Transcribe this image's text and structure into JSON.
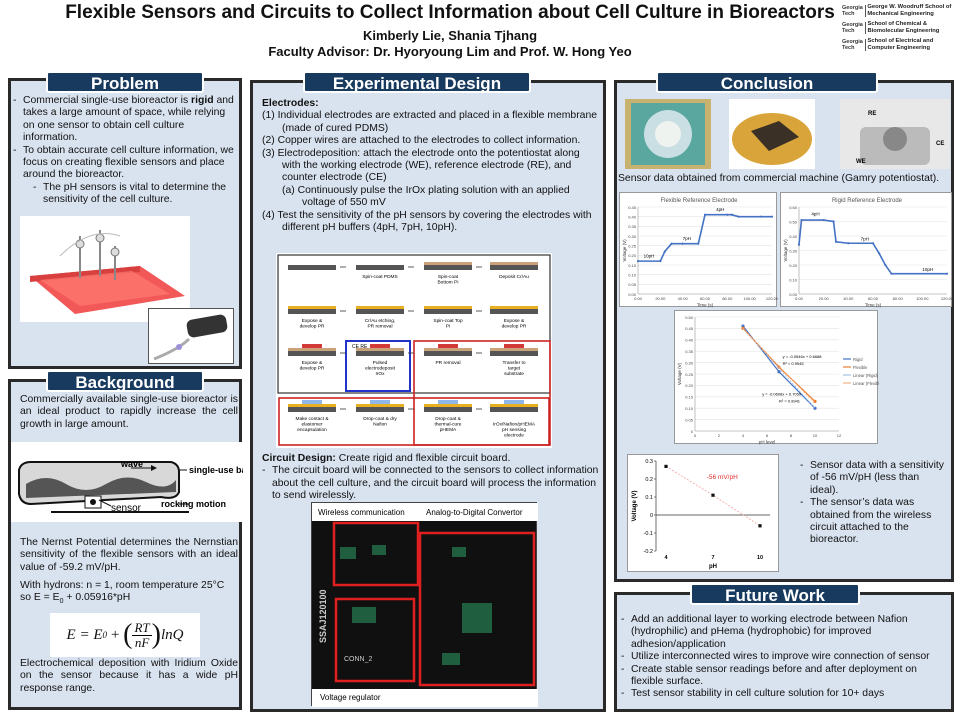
{
  "header": {
    "title": "Flexible Sensors and Circuits to Collect Information about Cell Culture in Bioreactors",
    "authors": "Kimberly Lie, Shania Tjhang",
    "advisors": "Faculty Advisor: Dr. Hyoryoung Lim and Prof. W. Hong Yeo",
    "logos": [
      {
        "gt": "Georgia Tech",
        "school": "George W. Woodruff School of Mechanical Engineering"
      },
      {
        "gt": "Georgia Tech",
        "school": "School of Chemical & Biomolecular Engineering"
      },
      {
        "gt": "Georgia Tech",
        "school": "School of Electrical and Computer Engineering"
      }
    ]
  },
  "problem": {
    "heading": "Problem",
    "b1a": "Commercial single-use bioreactor is ",
    "b1b": "rigid",
    "b1c": " and takes a large amount of space, while relying on one sensor to obtain cell culture information.",
    "b2": "To obtain accurate cell culture information, we focus on creating flexible sensors and place around the bioreactor.",
    "b3": "The pH sensors is vital to determine the sensitivity of the cell culture."
  },
  "background": {
    "heading": "Background",
    "p1": "Commercially available single-use bioreactor is an ideal product to rapidly increase the cell growth in large amount.",
    "fig": {
      "wave": "wave",
      "bag": "single-use bag",
      "sensor": "sensor",
      "motion": "rocking motion"
    },
    "p2": "The Nernst Potential determines the Nernstian sensitivity of the flexible sensors with an ideal value of -59.2 mV/pH.",
    "p3a": "With hydrons: n = 1, room temperature 25°C so E = E",
    "p3sub": "0",
    "p3b": " + 0.05916*pH",
    "eq_lhs": "E = E",
    "eq_sub": "0",
    "eq_num": "RT",
    "eq_den": "nF",
    "eq_tail": "lnQ",
    "p4": "Electrochemical deposition with Iridium Oxide on the sensor because it has a wide pH response range."
  },
  "design": {
    "heading": "Experimental Design",
    "electrodes_label": "Electrodes:",
    "steps": [
      "(1)  Individual electrodes are extracted and placed in a flexible membrane (made of cured PDMS)",
      "(2)  Copper wires are attached to the electrodes to collect information.",
      "(3)  Electrodeposition: attach the electrode onto the potentiostat along with the working electrode (WE), reference electrode (RE), and counter electrode (CE)",
      "(a)  Continuously pulse the IrOx plating solution with an applied voltage of 550 mV",
      "(4)  Test the sensitivity of the pH sensors by covering the electrodes with different pH buffers (4pH, 7pH, 10pH)."
    ],
    "process": [
      [
        "",
        "Spin-coat PDMS",
        "Spin-coat Bottom PI",
        "Deposit Cr/Au"
      ],
      [
        "Expose & develop PR",
        "Cr/Au etching, PR removal",
        "Spin-coat Top PI",
        "Expose & develop PR"
      ],
      [
        "Expose & develop PR",
        "Pulsed electrodeposit IrOx",
        "PR removal",
        "Transfer to target substrate"
      ],
      [
        "Make contact & elastomer encapsulation",
        "Drop-coat & dry Nafion",
        "Drop-coat & thermal-cure pHEMA",
        "IrOx/Nafion/pHEMA pH sensing electrode"
      ]
    ],
    "ce_re": "CE   RE",
    "circuit_label": "Circuit Design:",
    "circuit_text": " Create rigid and flexible circuit board.",
    "circuit_bullet": "The circuit board will be connected to the sensors to collect information about the cell culture, and the circuit board will process the information to send wirelessly.",
    "pcb": {
      "wireless": "Wireless communication",
      "adc": "Analog-to-Digital Convertor",
      "reg": "Voltage regulator",
      "chip": "SSAJ120100",
      "conn": "CONN_2"
    }
  },
  "conclusion": {
    "heading": "Conclusion",
    "photo_labels": {
      "re": "RE",
      "we": "WE",
      "ce": "CE"
    },
    "sensor_caption": "Sensor data obtained from commercial machine (Gamry potentiostat).",
    "bullets": [
      "Sensor data with a sensitivity of -56 mV/pH (less than ideal).",
      "The sensor’s data was obtained from the wireless circuit attached to the bioreactor."
    ]
  },
  "future": {
    "heading": "Future Work",
    "items": [
      "Add an additional layer to working electrode between Nafion (hydrophilic) and pHema (hydrophobic) for improved adhesion/application",
      "Utilize interconnected wires to improve wire connection of sensor",
      "Create stable sensor readings before and after deployment on flexible surface.",
      "Test sensor stability in cell culture solution for 10+ days"
    ]
  },
  "chart_data": [
    {
      "type": "line",
      "title": "Flexible Reference Electrode",
      "xlabel": "Time (s)",
      "ylabel": "Voltage (V)",
      "xlim": [
        0,
        120
      ],
      "ylim": [
        0,
        0.45
      ],
      "x_ticks": [
        "0.00",
        "20.00",
        "40.00",
        "60.00",
        "80.00",
        "100.00",
        "120.00"
      ],
      "y_ticks": [
        "0.00",
        "0.05",
        "0.10",
        "0.15",
        "0.20",
        "0.25",
        "0.30",
        "0.35",
        "0.40",
        "0.45"
      ],
      "annotations": [
        "10pH",
        "7pH",
        "4pH"
      ],
      "series": [
        {
          "x": [
            0,
            20,
            24,
            30,
            40,
            54,
            60,
            80,
            84,
            90,
            110,
            120
          ],
          "y": [
            0.17,
            0.17,
            0.22,
            0.26,
            0.26,
            0.26,
            0.41,
            0.41,
            0.41,
            0.4,
            0.4,
            0.4
          ]
        }
      ]
    },
    {
      "type": "line",
      "title": "Rigid Reference Electrode",
      "xlabel": "Time (s)",
      "ylabel": "Voltage (V)",
      "xlim": [
        0,
        120
      ],
      "ylim": [
        0,
        0.6
      ],
      "x_ticks": [
        "0.00",
        "20.00",
        "40.00",
        "60.00",
        "80.00",
        "100.00",
        "120.00"
      ],
      "y_ticks": [
        "0.00",
        "0.10",
        "0.20",
        "0.30",
        "0.40",
        "0.50",
        "0.60"
      ],
      "annotations": [
        "4pH",
        "7pH",
        "10pH"
      ],
      "series": [
        {
          "x": [
            0,
            2,
            20,
            28,
            30,
            40,
            60,
            65,
            70,
            75,
            120
          ],
          "y": [
            0.34,
            0.51,
            0.51,
            0.5,
            0.36,
            0.35,
            0.35,
            0.28,
            0.2,
            0.14,
            0.14
          ]
        }
      ]
    },
    {
      "type": "scatter",
      "xlabel": "pH level",
      "ylabel": "Voltage (V)",
      "xlim": [
        0,
        12
      ],
      "ylim": [
        0,
        0.5
      ],
      "x_ticks": [
        "0",
        "2",
        "4",
        "6",
        "8",
        "10",
        "12"
      ],
      "y_ticks": [
        "0",
        "0.05",
        "0.10",
        "0.15",
        "0.20",
        "0.25",
        "0.30",
        "0.35",
        "0.40",
        "0.45",
        "0.50"
      ],
      "annotations": [
        "y = -0.0546x + 0.6688",
        "R² = 0.9945",
        "y = -0.0608x + 0.7059",
        "R² = 0.9941"
      ],
      "series": [
        {
          "name": "Rigid",
          "x": [
            4,
            7,
            10
          ],
          "y": [
            0.46,
            0.26,
            0.1
          ],
          "color": "#4472c4"
        },
        {
          "name": "Flexible",
          "x": [
            4,
            7,
            10
          ],
          "y": [
            0.45,
            0.28,
            0.13
          ],
          "color": "#ed7d31"
        },
        {
          "name": "Linear (Rigid)",
          "x": [
            4,
            10
          ],
          "y": [
            0.45,
            0.1
          ],
          "color": "#9dc3e6"
        },
        {
          "name": "Linear (Flexible)",
          "x": [
            4,
            10
          ],
          "y": [
            0.45,
            0.12
          ],
          "color": "#f4b183"
        }
      ]
    },
    {
      "type": "scatter",
      "xlabel": "pH",
      "ylabel": "Voltage (V)",
      "xlim": [
        4,
        10
      ],
      "ylim": [
        -0.2,
        0.3
      ],
      "x_ticks": [
        "4",
        "7",
        "10"
      ],
      "y_ticks": [
        "0.3",
        "0.2",
        "0.1",
        "0",
        "-0.1",
        "-0.2"
      ],
      "annotations": [
        "-56 mV/pH"
      ],
      "series": [
        {
          "x": [
            4,
            7,
            10
          ],
          "y": [
            0.27,
            0.11,
            -0.06
          ],
          "color": "#000000"
        }
      ]
    }
  ]
}
